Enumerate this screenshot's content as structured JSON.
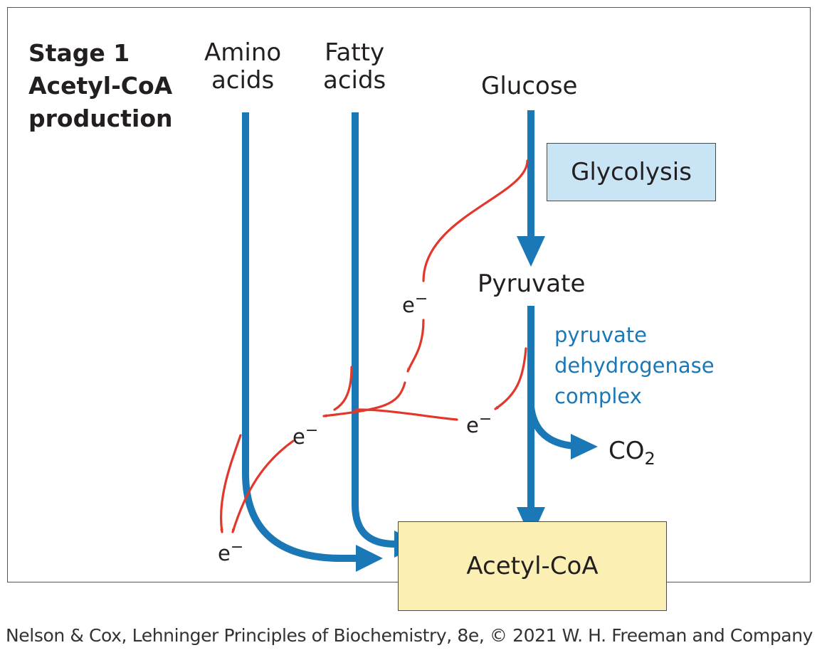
{
  "stage": {
    "line1": "Stage 1",
    "line2": "Acetyl-CoA",
    "line3": "production"
  },
  "sources": {
    "amino_line1": "Amino",
    "amino_line2": "acids",
    "fatty_line1": "Fatty",
    "fatty_line2": "acids",
    "glucose": "Glucose"
  },
  "glycolysis": "Glycolysis",
  "pyruvate": "Pyruvate",
  "enzyme": {
    "line1": "pyruvate",
    "line2": "dehydrogenase",
    "line3": "complex"
  },
  "co2": {
    "base": "CO",
    "sub": "2"
  },
  "electron": {
    "base": "e",
    "sup": "−"
  },
  "product": "Acetyl-CoA",
  "caption": "Nelson & Cox, Lehninger Principles of Biochemistry, 8e, © 2021 W. H. Freeman and Company",
  "colors": {
    "carbon_flow": "#1b78b6",
    "electron_flow": "#e2372b",
    "glycolysis_box": "#c9e4f5",
    "product_box": "#fbefb4",
    "enzyme_text": "#1b78b6"
  }
}
